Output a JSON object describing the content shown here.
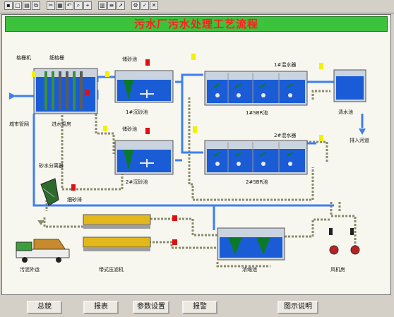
{
  "title": "污水厂污水处理工艺流程",
  "toolbar": {
    "icons": [
      "save-icon",
      "open-icon",
      "print-icon",
      "copy-icon",
      "cut-icon",
      "paste-icon",
      "undo-icon",
      "zoom-icon",
      "search-icon",
      "grid-icon",
      "align-icon",
      "arrow-icon",
      "settings-icon",
      "check-icon",
      "close-icon"
    ]
  },
  "labels": {
    "grille_machine": "格栅机",
    "fine_grille": "细格栅",
    "inlet_well": "进水泵房",
    "city_pipe": "城市管网",
    "grit_chamber_1": "1#沉砂池",
    "grit_chamber_2": "2#沉砂池",
    "grit_tank_1": "储砂池",
    "grit_tank_2": "储砂池",
    "sbr_1": "1#SBR池",
    "sbr_2": "2#SBR池",
    "mixer_1": "1#混水器",
    "mixer_2": "2#混水器",
    "clear_tank": "清水池",
    "outlet": "排入河道",
    "sand_separator": "砂水分离器",
    "sand_out": "细砂排",
    "sludge_out": "污泥外运",
    "filter_press": "带式压滤机",
    "sludge_tank": "浓缩池",
    "blower_room": "风机房"
  },
  "buttons": {
    "overview": "总貌",
    "report": "报表",
    "params": "参数设置",
    "alarm": "报警",
    "help": "图示说明"
  },
  "colors": {
    "pipe_blue": "#3f7ff0",
    "pipe_grey": "#8a8a6c",
    "water": "#1a5cd6",
    "tank_wall": "#c9d4e0",
    "title_bg": "#3cc23c",
    "title_text": "#ff1e1e",
    "valve_red": "#e01010",
    "sensor_yellow": "#f3f000"
  }
}
